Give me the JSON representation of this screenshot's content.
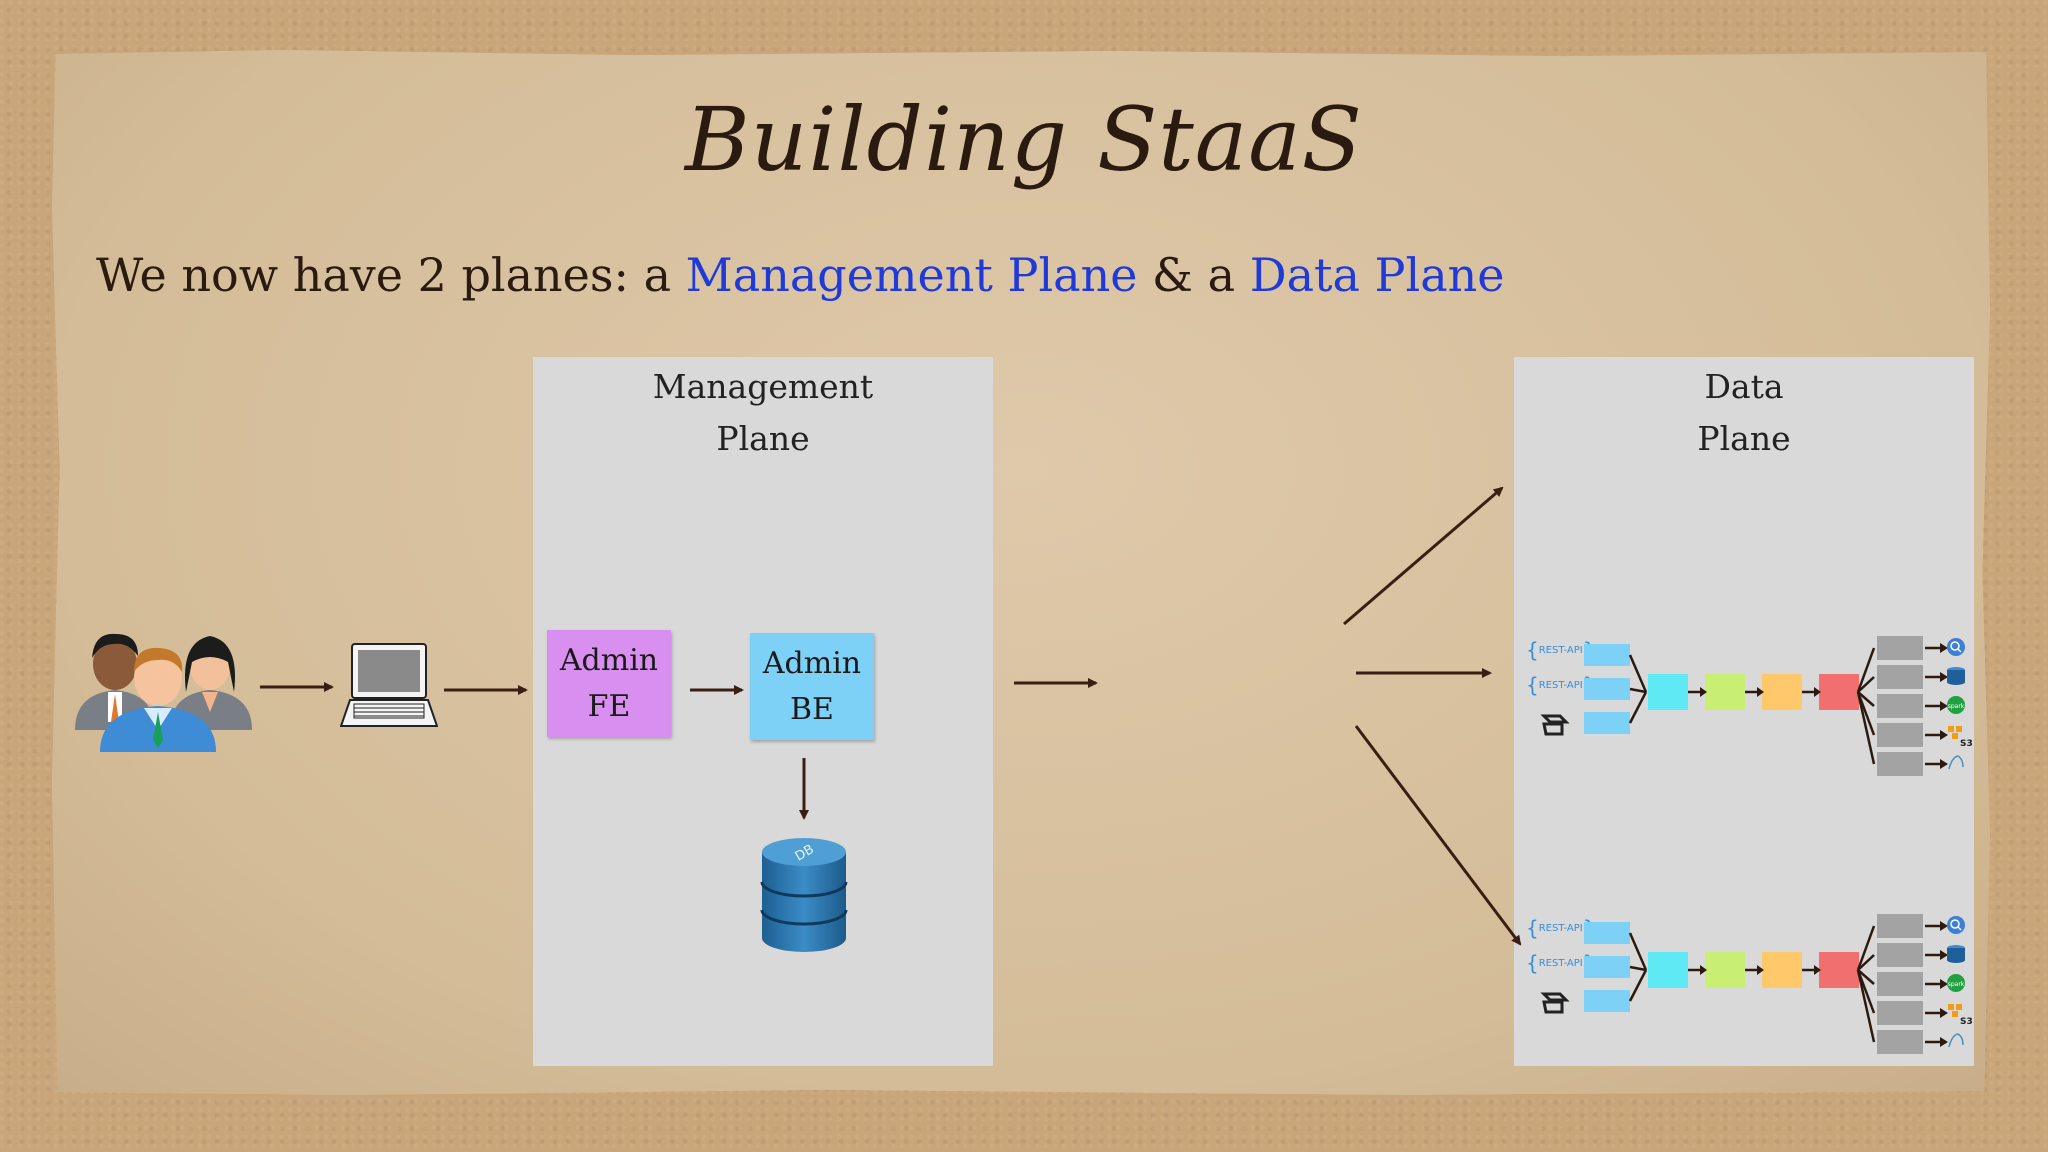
{
  "slide": {
    "title": "Building StaaS",
    "subtitle_prefix": "We now have 2 planes: a ",
    "subtitle_hl1": "Management Plane",
    "subtitle_mid": " & a ",
    "subtitle_hl2": "Data Plane"
  },
  "management_plane": {
    "label_line1": "Management",
    "label_line2": "Plane",
    "admin_fe": {
      "line1": "Admin",
      "line2": "FE",
      "color": "#d98ff0"
    },
    "admin_be": {
      "line1": "Admin",
      "line2": "BE",
      "color": "#7dd1f7"
    },
    "db_label": "DB"
  },
  "data_plane": {
    "label_line1": "Data",
    "label_line2": "Plane",
    "rest_label": "REST-API",
    "s3_label": "S3",
    "pipeline_colors": [
      "#5fe9f5",
      "#c8ef73",
      "#ffc96b",
      "#f26f6f"
    ],
    "sink_icons": [
      "search-icon",
      "database-icon",
      "spark-icon",
      "s3-icon",
      "mysql-icon"
    ]
  },
  "icons": {
    "users": "users-group-icon",
    "laptop": "laptop-icon"
  },
  "colors": {
    "highlight": "#1f3ad6",
    "panel": "#d9d9d9",
    "arrow": "#3a1e12"
  }
}
